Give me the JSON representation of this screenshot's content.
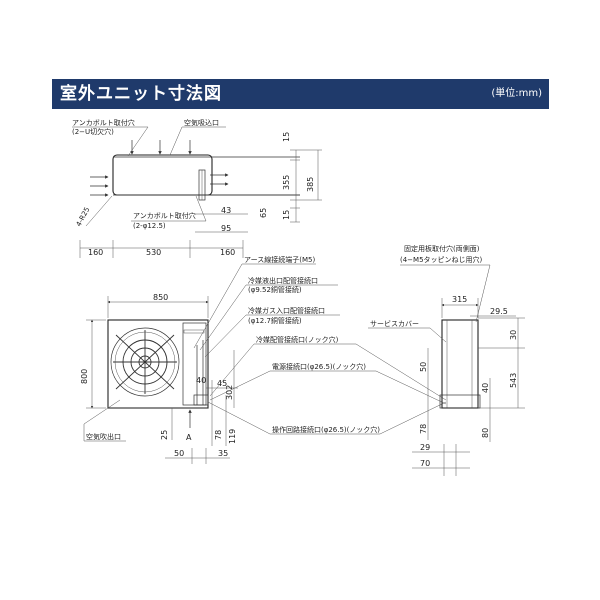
{
  "header": {
    "title": "室外ユニット寸法図",
    "unit": "(単位:mm)"
  },
  "top_view": {
    "anchor_hole_label_1": "アンカボルト取付穴",
    "anchor_hole_label_2": "(2−U切欠穴)",
    "air_intake": "空気吸込口",
    "anchor_hole2_label_1": "アンカボルト取付穴",
    "anchor_hole2_label_2": "(2-φ12.5)",
    "radius": "4-R25",
    "dims": {
      "h15a": "15",
      "h355": "355",
      "h385": "385",
      "h65": "65",
      "h15b": "15",
      "w43": "43",
      "w95": "95",
      "w160a": "160",
      "w530": "530",
      "w160b": "160"
    }
  },
  "front_view": {
    "earth_terminal": "アース線接続端子(M5)",
    "liquid_pipe_1": "冷媒液出口配管接続口",
    "liquid_pipe_2": "(φ9.52銅管接続)",
    "gas_pipe_1": "冷媒ガス入口配管接続口",
    "gas_pipe_2": "(φ12.7銅管接続)",
    "refrigerant_knock": "冷媒配管接続口(ノック穴)",
    "power_knock": "電源接続口(φ26.5)(ノック穴)",
    "control_knock": "操作回路接続口(φ26.5)(ノック穴)",
    "air_outlet": "空気吹出口",
    "marker_a": "A",
    "dims": {
      "w850": "850",
      "h800": "800",
      "d40": "40",
      "d45": "45",
      "d302": "302",
      "d78": "78",
      "d119": "119",
      "d25": "25",
      "d50": "50",
      "d35": "35"
    }
  },
  "side_view": {
    "mount_hole_1": "固定用板取付穴(両側面)",
    "mount_hole_2": "(4−M5タッピンねじ用穴)",
    "service_cover": "サービスカバー",
    "dims": {
      "w315": "315",
      "w29_5": "29.5",
      "h30": "30",
      "h543": "543",
      "h50": "50",
      "h40": "40",
      "h80": "80",
      "h78": "78",
      "w29": "29",
      "w70": "70"
    }
  }
}
